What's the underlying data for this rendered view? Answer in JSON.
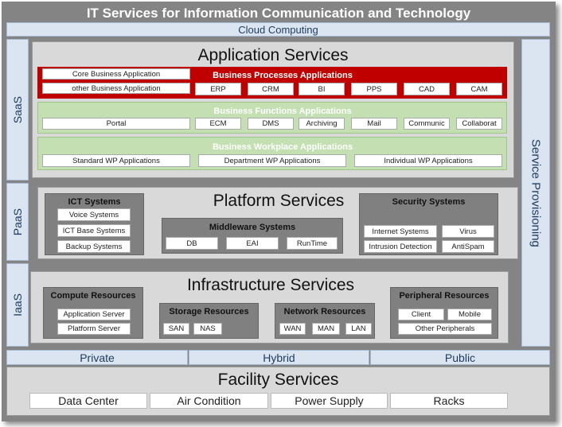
{
  "title": "IT Services  for Information Communication and Technology",
  "cloud_computing": "Cloud Computing",
  "service_provisioning": "Service Provisioning",
  "layers": {
    "saas": "SaaS",
    "paas": "PaaS",
    "iaas": "IaaS"
  },
  "application_services": {
    "title": "Application Services",
    "core_business": "Core Business Application",
    "other_business": "other Business Application",
    "business_processes": {
      "title": "Business Processes Applications",
      "items": [
        "ERP",
        "CRM",
        "BI",
        "PPS",
        "CAD",
        "CAM"
      ]
    },
    "business_functions": {
      "title": "Business Functions Applications",
      "items": [
        "Portal",
        "ECM",
        "DMS",
        "Archiving",
        "Mail",
        "Communic",
        "Collaborat"
      ]
    },
    "business_workplace": {
      "title": "Business Workplace Applications",
      "items": [
        "Standard  WP Applications",
        "Department  WP Applications",
        "Individual  WP Applications"
      ]
    }
  },
  "platform_services": {
    "title": "Platform Services",
    "ict_systems": {
      "title": "ICT Systems",
      "items": [
        "Voice Systems",
        "ICT Base Systems",
        "Backup Systems"
      ]
    },
    "middleware": {
      "title": "Middleware Systems",
      "items": [
        "DB",
        "EAI",
        "RunTime"
      ]
    },
    "security": {
      "title": "Security Systems",
      "items": [
        "Internet Systems",
        "Virus",
        "Intrusion Detection",
        "AntiSpam"
      ]
    }
  },
  "infrastructure_services": {
    "title": "Infrastructure Services",
    "compute": {
      "title": "Compute Resources",
      "items": [
        "Application Server",
        "Platform Server"
      ]
    },
    "storage": {
      "title": "Storage Resources",
      "items": [
        "SAN",
        "NAS"
      ]
    },
    "network": {
      "title": "Network Resources",
      "items": [
        "WAN",
        "MAN",
        "LAN"
      ]
    },
    "peripheral": {
      "title": "Peripheral Resources",
      "items": [
        "Client",
        "Mobile",
        "Other Peripherals"
      ]
    }
  },
  "deployment": [
    "Private",
    "Hybrid",
    "Public"
  ],
  "facility_services": {
    "title": "Facility Services",
    "items": [
      "Data Center",
      "Air Condition",
      "Power Supply",
      "Racks"
    ]
  }
}
